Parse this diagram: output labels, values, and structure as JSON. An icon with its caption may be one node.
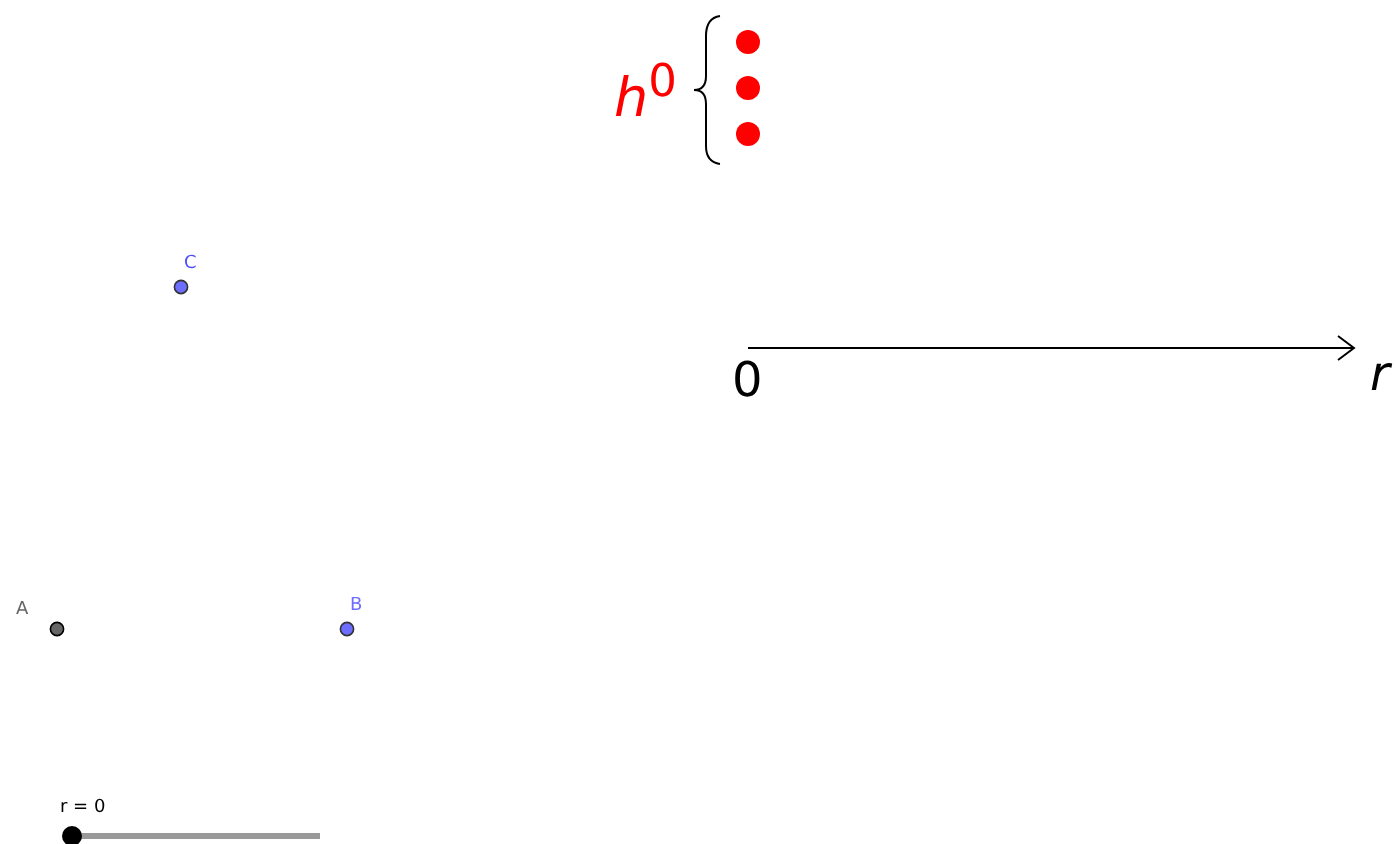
{
  "diagram": {
    "labels": [
      "*h*$^{0}$",
      "0",
      "r",
      "C",
      "A",
      "B",
      "r = 0"
    ]
  }
}
